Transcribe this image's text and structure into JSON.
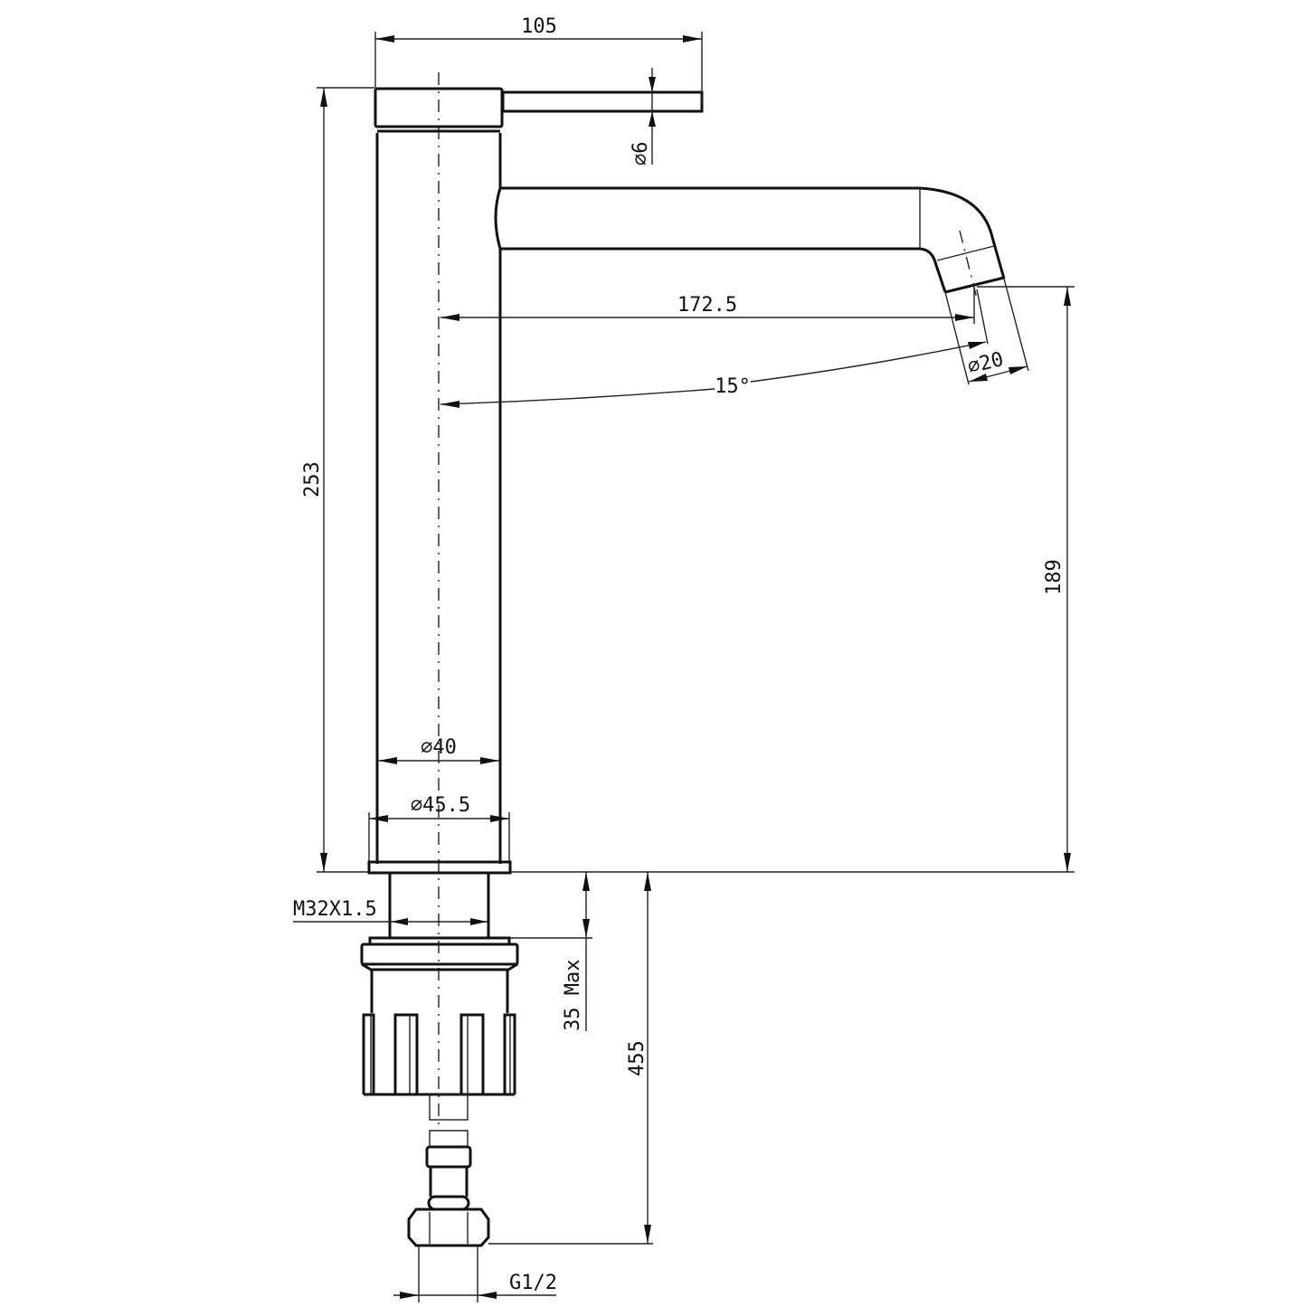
{
  "drawing": {
    "title": "Tall basin mixer tap dimension drawing",
    "units": "mm",
    "dimensions": {
      "lever_length": "105",
      "lever_diameter": "∅6",
      "spout_reach": "172.5",
      "spout_angle": "15°",
      "outlet_diameter": "∅20",
      "overall_height": "253",
      "outlet_height": "189",
      "body_diameter": "∅40",
      "base_diameter": "∅45.5",
      "thread": "M32X1.5",
      "max_counter_thickness": "35 Max",
      "hose_length": "455",
      "hose_connection": "G1/2"
    }
  }
}
